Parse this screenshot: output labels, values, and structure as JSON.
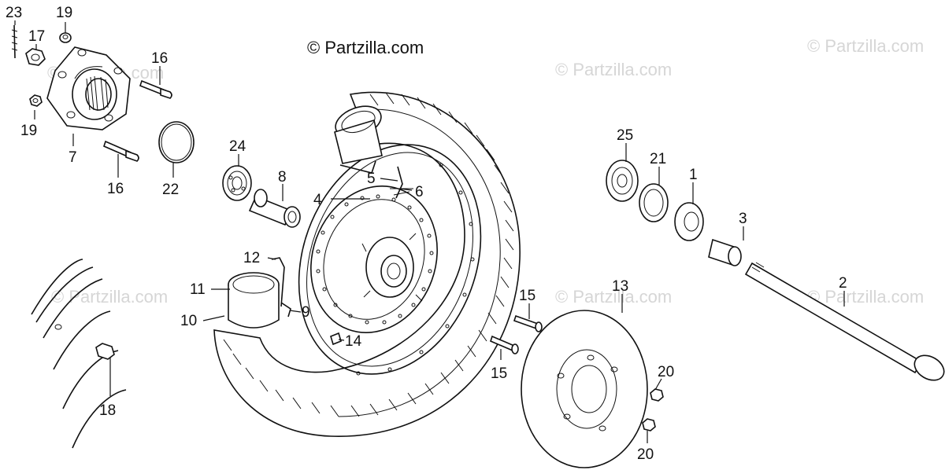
{
  "watermark": {
    "main": "© Partzilla.com",
    "faint": "© Partzilla.com"
  },
  "callouts": [
    {
      "id": "c23a",
      "label": "23"
    },
    {
      "id": "c19a",
      "label": "19"
    },
    {
      "id": "c17",
      "label": "17"
    },
    {
      "id": "c16a",
      "label": "16"
    },
    {
      "id": "c19b",
      "label": "19"
    },
    {
      "id": "c7",
      "label": "7"
    },
    {
      "id": "c16b",
      "label": "16"
    },
    {
      "id": "c22",
      "label": "22"
    },
    {
      "id": "c24",
      "label": "24"
    },
    {
      "id": "c8",
      "label": "8"
    },
    {
      "id": "c5",
      "label": "5"
    },
    {
      "id": "c4",
      "label": "4"
    },
    {
      "id": "c6",
      "label": "6"
    },
    {
      "id": "c12",
      "label": "12"
    },
    {
      "id": "c11",
      "label": "11"
    },
    {
      "id": "c10",
      "label": "10"
    },
    {
      "id": "c9",
      "label": "9"
    },
    {
      "id": "c14",
      "label": "14"
    },
    {
      "id": "c18",
      "label": "18"
    },
    {
      "id": "c25",
      "label": "25"
    },
    {
      "id": "c21",
      "label": "21"
    },
    {
      "id": "c1",
      "label": "1"
    },
    {
      "id": "c3",
      "label": "3"
    },
    {
      "id": "c2",
      "label": "2"
    },
    {
      "id": "c13",
      "label": "13"
    },
    {
      "id": "c15a",
      "label": "15"
    },
    {
      "id": "c15b",
      "label": "15"
    },
    {
      "id": "c20a",
      "label": "20"
    },
    {
      "id": "c20b",
      "label": "20"
    }
  ]
}
